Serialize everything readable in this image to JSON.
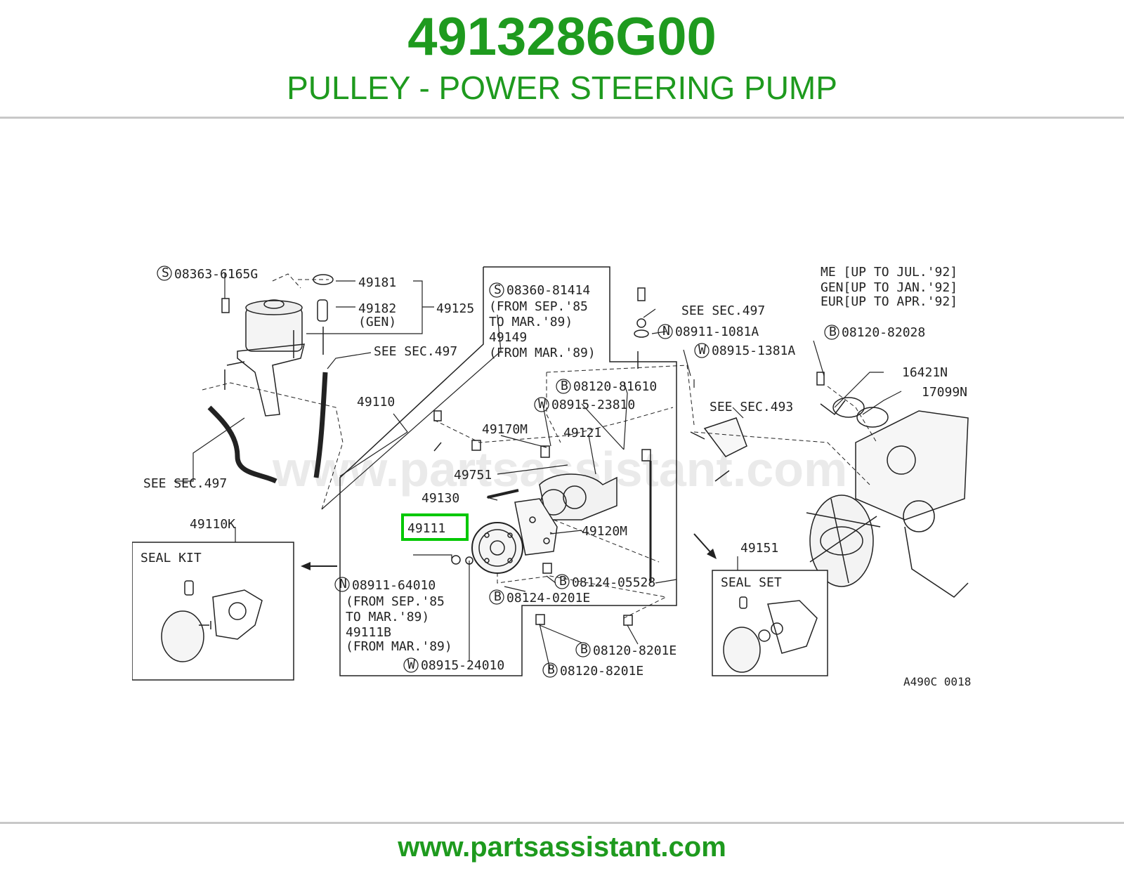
{
  "header": {
    "part_number": "4913286G00",
    "part_name": "PULLEY - POWER STEERING PUMP"
  },
  "diagram": {
    "watermark": "www.partsassistant.com",
    "highlighted_part": "49111",
    "drawing_code": "A490C 0018",
    "labels": {
      "l08363": "08363-6165G",
      "l49181": "49181",
      "l49182": "49182",
      "l_gen": "(GEN)",
      "l49125": "49125",
      "l_see497a": "SEE SEC.497",
      "l_see497b": "SEE SEC.497",
      "l_see497c": "SEE SEC.497",
      "l_see493": "SEE SEC.493",
      "l49110": "49110",
      "l49110k": "49110K",
      "l_sealkit": "SEAL KIT",
      "l08360": "08360-81414",
      "l_fromsep85a": "(FROM SEP.'85",
      "l_tomar89a": "TO MAR.'89)",
      "l49149": "49149",
      "l_frommar89a": "(FROM MAR.'89)",
      "l08120_81610": "08120-81610",
      "l08915_23810": "08915-23810",
      "l49170m": "49170M",
      "l49121": "49121",
      "l49751": "49751",
      "l49130": "49130",
      "l49120m": "49120M",
      "l08911_64010": "08911-64010",
      "l_fromsep85b": "(FROM SEP.'85",
      "l_tomar89b": "TO MAR.'89)",
      "l49111b": "49111B",
      "l_frommar89b": "(FROM MAR.'89)",
      "l08915_24010": "08915-24010",
      "l08124_05528": "08124-05528",
      "l08124_0201e": "08124-0201E",
      "l08120_8201e_a": "08120-8201E",
      "l08120_8201e_b": "08120-8201E",
      "l08911_1081a": "08911-1081A",
      "l08915_1381a": "08915-1381A",
      "l08120_82028": "08120-82028",
      "l16421n": "16421N",
      "l17099n": "17099N",
      "l49151": "49151",
      "l_sealset": "SEAL SET",
      "l_me": "ME [UP TO JUL.'92]",
      "l_gen2": "GEN[UP TO JAN.'92]",
      "l_eur": "EUR[UP TO APR.'92]",
      "c_s": "S",
      "c_b": "B",
      "c_w": "W",
      "c_n": "N"
    }
  },
  "footer": {
    "url": "www.partsassistant.com"
  },
  "colors": {
    "brand_green": "#1e9a1e",
    "highlight_green": "#00c800"
  }
}
